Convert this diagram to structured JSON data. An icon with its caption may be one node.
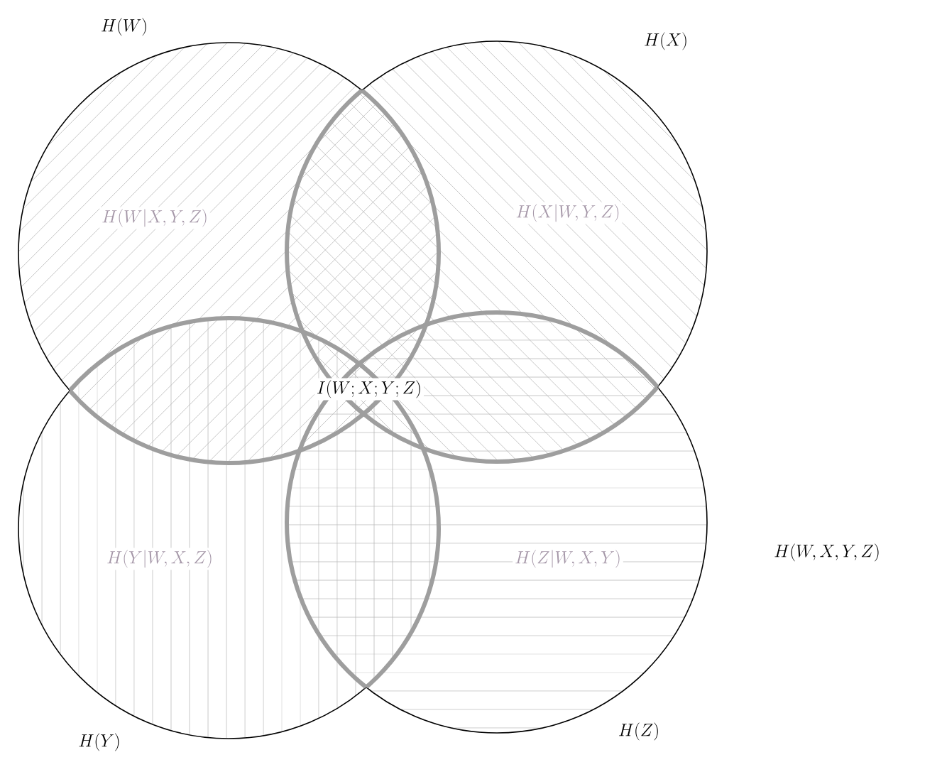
{
  "diagram": {
    "nodes": [
      {
        "text": [
          "H(W)",
          "H(W|X,Y,Z)"
        ]
      },
      {
        "text": [
          "H(X)",
          "H(X|W,Y,Z)"
        ]
      },
      {
        "text": [
          "H(Y|W,X,Z)",
          "H(Y)"
        ]
      },
      {
        "text": [
          "H(Z|W,X,Y)",
          "H(Z)"
        ]
      }
    ],
    "labels": [
      "I(W;X;Y;Z)",
      "H(W,X,Y,Z)"
    ]
  }
}
